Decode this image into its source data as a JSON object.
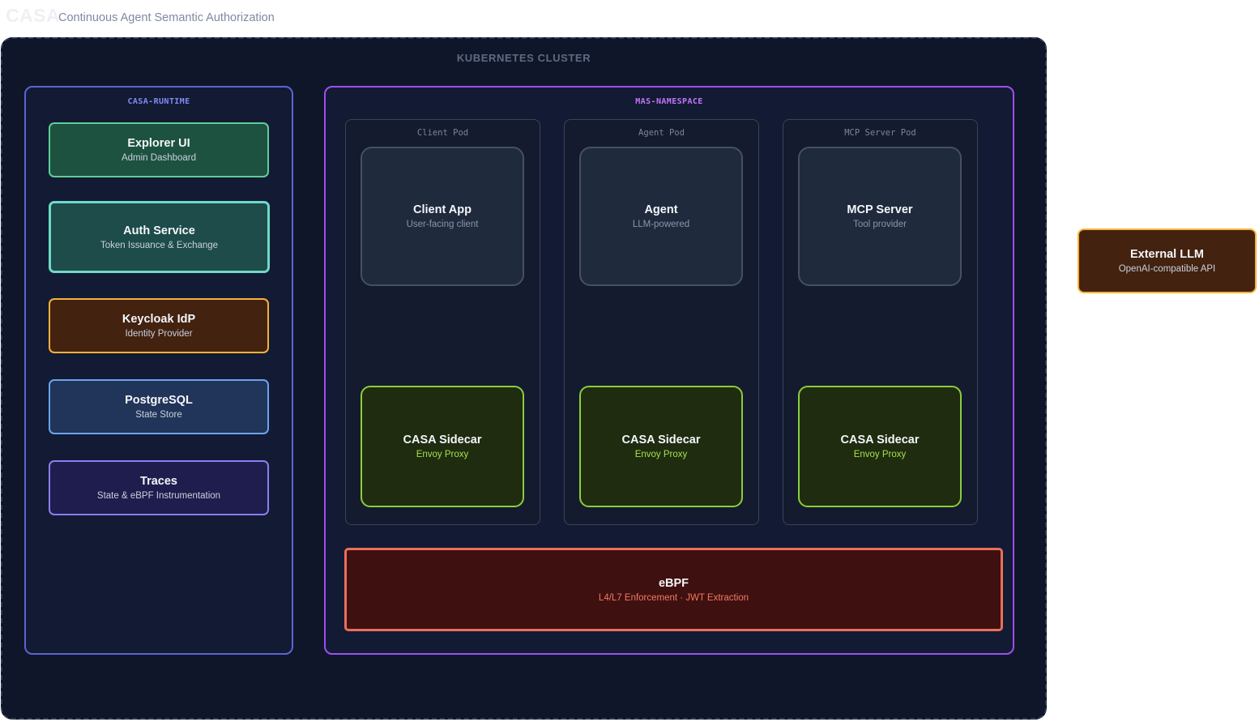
{
  "header": {
    "title": "CASA",
    "subtitle": "Continuous Agent Semantic Authorization"
  },
  "cluster": {
    "label": "KUBERNETES CLUSTER"
  },
  "runtime": {
    "label": "CASA-RUNTIME",
    "components": [
      {
        "title": "Explorer UI",
        "subtitle": "Admin Dashboard"
      },
      {
        "title": "Auth Service",
        "subtitle": "Token Issuance & Exchange"
      },
      {
        "title": "Keycloak IdP",
        "subtitle": "Identity Provider"
      },
      {
        "title": "PostgreSQL",
        "subtitle": "State Store"
      },
      {
        "title": "Traces",
        "subtitle": "State & eBPF Instrumentation"
      }
    ]
  },
  "mas": {
    "label": "MAS-NAMESPACE",
    "pods": [
      {
        "label": "Client Pod",
        "app": {
          "title": "Client App",
          "subtitle": "User-facing client"
        },
        "sidecar": {
          "title": "CASA Sidecar",
          "subtitle": "Envoy Proxy"
        }
      },
      {
        "label": "Agent Pod",
        "app": {
          "title": "Agent",
          "subtitle": "LLM-powered"
        },
        "sidecar": {
          "title": "CASA Sidecar",
          "subtitle": "Envoy Proxy"
        }
      },
      {
        "label": "MCP Server Pod",
        "app": {
          "title": "MCP Server",
          "subtitle": "Tool provider"
        },
        "sidecar": {
          "title": "CASA Sidecar",
          "subtitle": "Envoy Proxy"
        }
      }
    ],
    "ebpf": {
      "title": "eBPF",
      "subtitle": "L4/L7 Enforcement · JWT Extraction"
    }
  },
  "external": {
    "title": "External LLM",
    "subtitle": "OpenAI-compatible API"
  },
  "colors": {
    "cluster_bg": "#0f1629",
    "runtime_border": "#5b63d6",
    "mas_border": "#9d4ff2",
    "sidecar_border": "#8ccd3b",
    "ebpf_border": "#ec6e5b",
    "external_border": "#f4b23a"
  }
}
